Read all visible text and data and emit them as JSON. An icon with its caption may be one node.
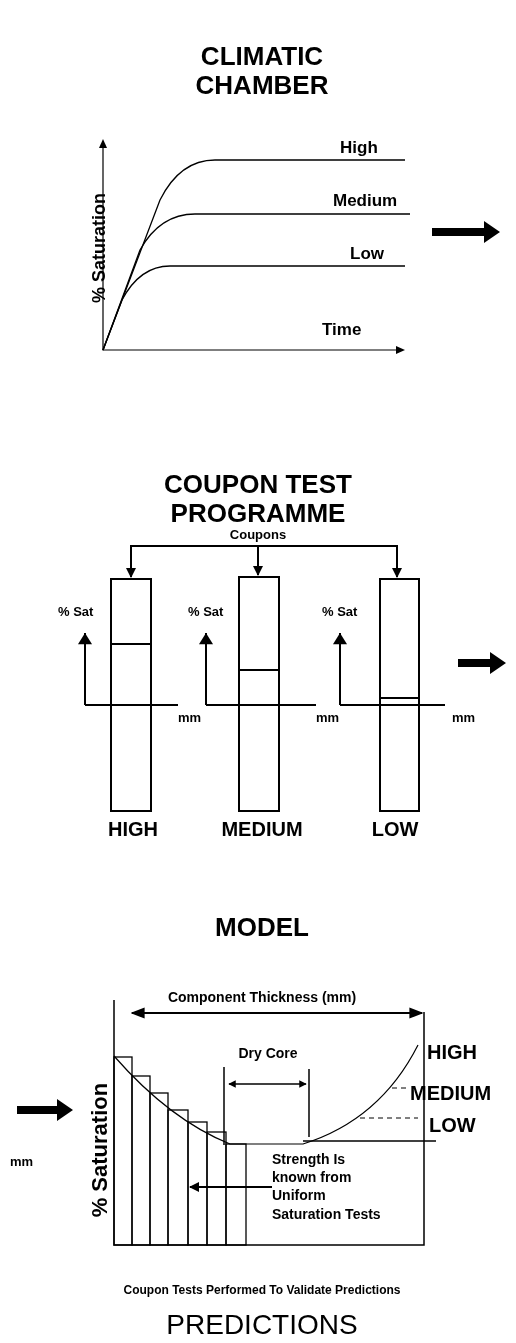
{
  "diagram": {
    "nodes": [
      {
        "text": [
          "Coupons"
        ]
      },
      {
        "text": [
          "HIGH"
        ]
      },
      {
        "text": [
          "MEDIUM"
        ]
      },
      {
        "text": [
          "LOW"
        ]
      },
      {
        "text": [
          "Strength Is known from Uniform Saturation Tests"
        ]
      },
      {
        "text": [],
        "shape": "bar"
      }
    ],
    "edges": [
      {
        "from": 0,
        "to": 1,
        "arrow": "to"
      },
      {
        "from": 0,
        "to": 2,
        "arrow": "to"
      },
      {
        "from": 0,
        "to": 3,
        "arrow": "to"
      },
      {
        "from": 4,
        "to": 5,
        "arrow": "to"
      }
    ],
    "labels": [
      "CLIMATIC CHAMBER",
      "% Saturation",
      "High",
      "Medium",
      "Low",
      "Time",
      "COUPON TEST PROGRAMME",
      "% Sat",
      "% Sat",
      "% Sat",
      "mm",
      "mm",
      "mm",
      "MODEL",
      "Component Thickness (mm)",
      "Dry Core",
      "HIGH",
      "% Saturation",
      "MEDIUM",
      "LOW",
      "mm",
      "Coupon Tests Performed To Validate Predictions",
      "PREDICTIONS"
    ]
  }
}
